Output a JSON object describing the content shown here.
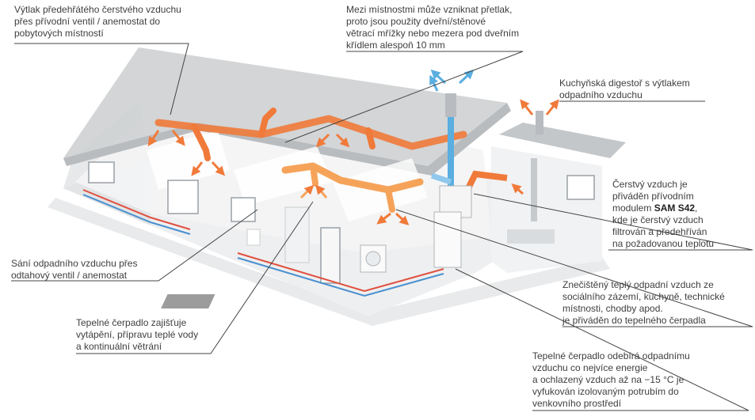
{
  "captions": {
    "supply_vent": "Výtlak předehřátého čerstvého vzduchu\npřes přívodní ventil / anemostat do\npobytových místností",
    "overpressure": "Mezi místnostmi může vzniknat přetlak,\nproto jsou použity dveřní/stěnové\nvětrací mřížky nebo mezera pod dveřním\nkřídlem alespoň 10 mm",
    "kitchen_hood": "Kuchyňská digestoř s výtlakem\nodpadního vzduchu",
    "fresh_air_pre": "Čerstvý vzduch je\npřiváděn přívodním\nmodulem ",
    "fresh_air_module": "SAM S42",
    "fresh_air_post": ",\nkde je čerstvý vzduch\nfiltrován a předehříván\nna požadovanou teplotu",
    "exhaust_intake": "Sání odpadního vzduchu přes\nodtahový ventil / anemostat",
    "polluted_air": "Znečištěný teplý odpadní vzduch ze\nsociálního zázemí, kuchyně, technické\nmístnosti, chodby apod.\nje přiváděn do tepelného čerpadla",
    "heat_pump": "Tepelné čerpadlo zajišťuje\nvytápění, přípravu teplé vody\na kontinuální větrání",
    "heat_pump_exhaust": "Tepelné čerpadlo odebírá odpadnímu\nvzduchu co nejvíce energie\na ochlazený vzduch až na −15 °C je\nvyfukován izolovaným potrubím do\nvenkovního prostředí"
  },
  "colors": {
    "warm_duct": "#f07a3a",
    "warm_duct_light": "#f6a35a",
    "cold_duct": "#5aaee0",
    "roof": "#d2d4d6",
    "wall": "#ecedee",
    "wall_shade": "#dfe1e3",
    "pipe_red": "#e05040",
    "pipe_blue": "#4a90d0",
    "leader": "#444444"
  }
}
